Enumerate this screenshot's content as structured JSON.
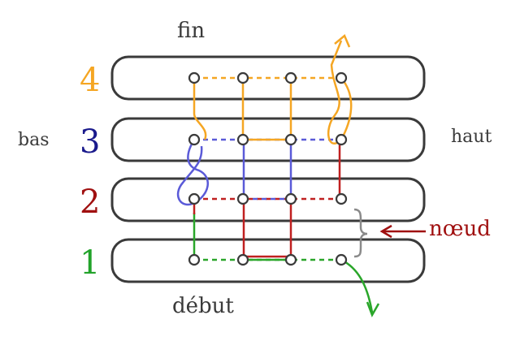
{
  "labels": {
    "top": "fin",
    "bottom": "début",
    "left": "bas",
    "right": "haut",
    "knot": "nœud"
  },
  "levels": [
    {
      "number": "4",
      "color": "#f5a623"
    },
    {
      "number": "3",
      "color": "#1a1a8c"
    },
    {
      "number": "2",
      "color": "#a01010"
    },
    {
      "number": "1",
      "color": "#22a32a"
    }
  ],
  "colors": {
    "frame": "#3a3a3a",
    "node": "#3a3a3a",
    "path_green": "#2aa62a",
    "path_red": "#c02020",
    "path_blue": "#5a5ad8",
    "path_orange": "#f5a623",
    "bracket": "#8a8a8a",
    "knot_arrow": "#a01010"
  }
}
